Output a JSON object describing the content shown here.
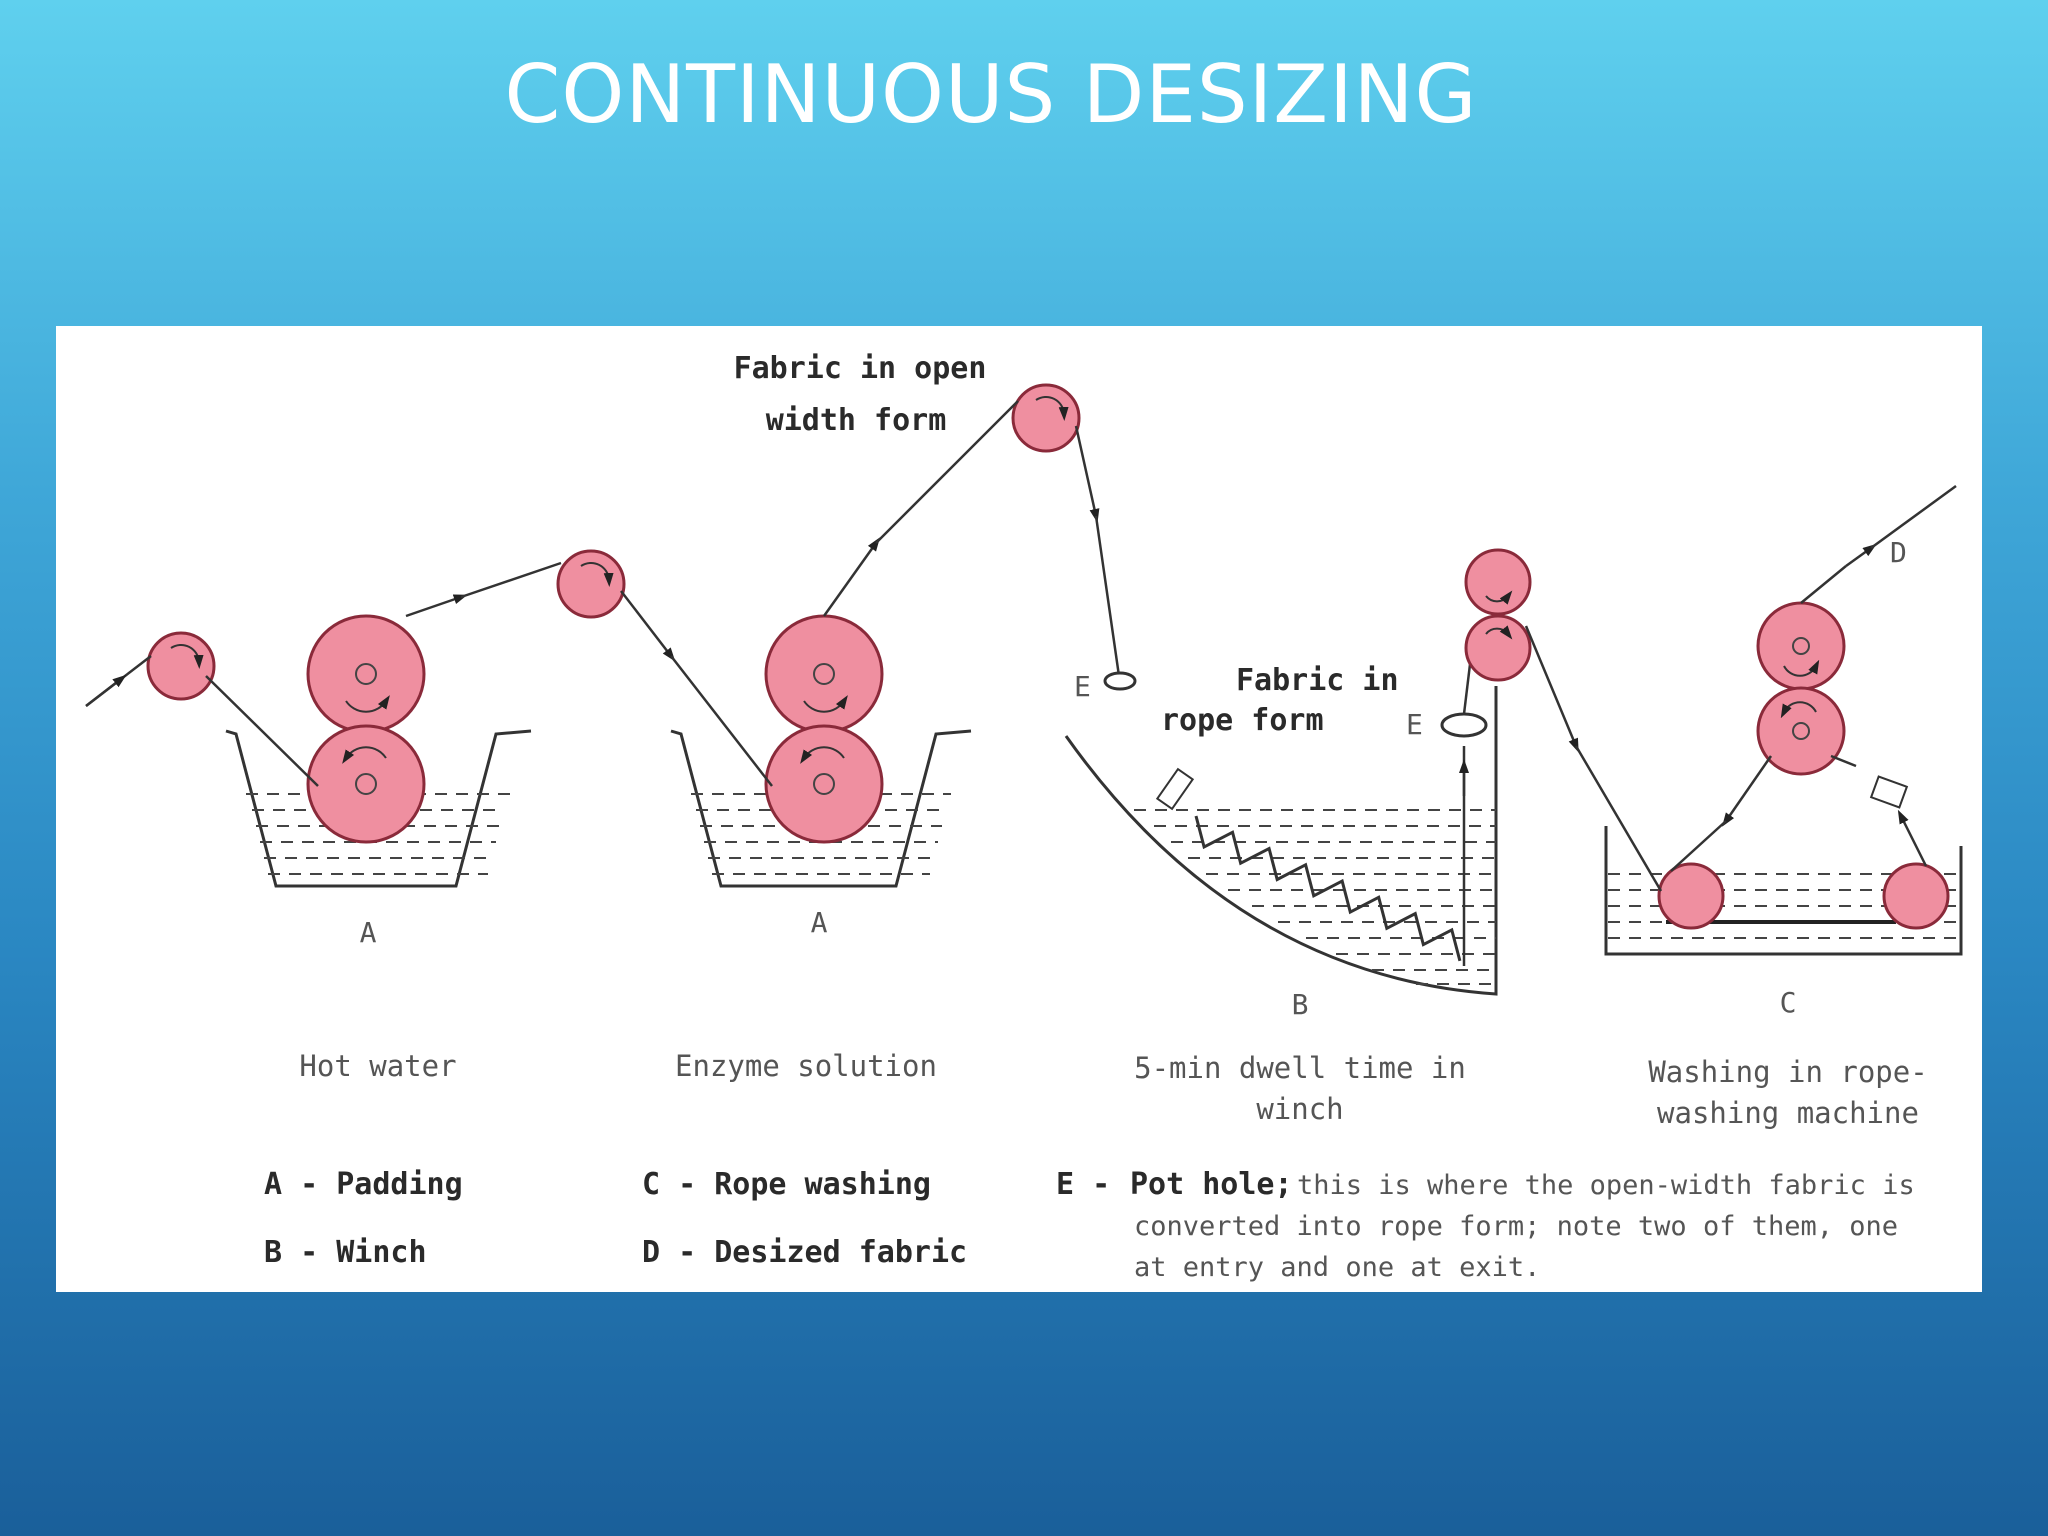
{
  "slide": {
    "title": "CONTINUOUS DESIZING"
  },
  "diagram": {
    "annotations": {
      "open_width_line1": "Fabric in open",
      "open_width_line2": "width form",
      "rope_form_line1": "Fabric in",
      "rope_form_line2": "rope form",
      "pot_hole_entry": "E",
      "pot_hole_exit": "E",
      "output_marker": "D"
    },
    "stations": [
      {
        "letter": "A",
        "caption": "Hot water"
      },
      {
        "letter": "A",
        "caption": "Enzyme solution"
      },
      {
        "letter": "B",
        "caption_line1": "5-min dwell time in",
        "caption_line2": "winch"
      },
      {
        "letter": "C",
        "caption_line1": "Washing in rope-",
        "caption_line2": "washing machine"
      }
    ],
    "legend": {
      "a": "A - Padding",
      "b": "B - Winch",
      "c": "C - Rope washing",
      "d": "D - Desized fabric",
      "e_key": "E -",
      "e_term": "Pot hole;",
      "e_line1": "this is where the open-width fabric is",
      "e_line2": "converted into rope form; note two of them, one",
      "e_line3": "at entry and one at exit."
    }
  },
  "colors": {
    "roller_fill": "#ef8fa0",
    "roller_stroke": "#8a2a3a",
    "line": "#333333"
  }
}
